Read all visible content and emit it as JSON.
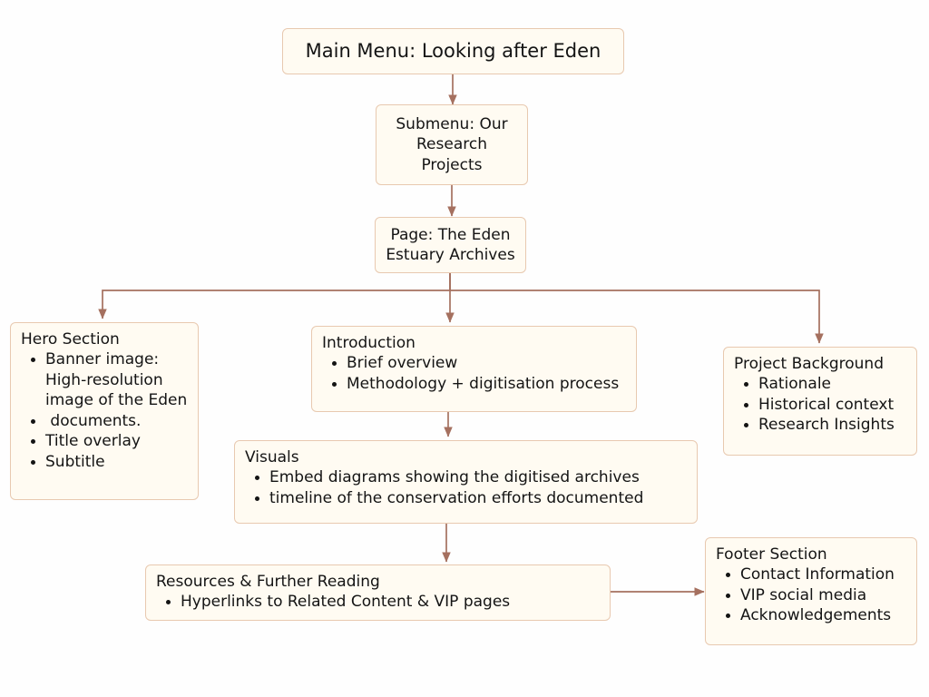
{
  "diagram": {
    "type": "flowchart",
    "title_node": "Main Menu: Looking after Eden",
    "colors": {
      "node_fill": "#fffbf2",
      "node_border": "#e8c9b0",
      "edge": "#a5705f",
      "text": "#141414",
      "background": "#fefefe"
    }
  },
  "nodes": {
    "main_menu": {
      "title": "Main Menu: Looking after Eden",
      "items": []
    },
    "submenu": {
      "title": "Submenu: Our\nResearch\nProjects",
      "items": []
    },
    "page": {
      "title": "Page: The Eden\nEstuary Archives",
      "items": []
    },
    "hero": {
      "title": "Hero Section",
      "items": [
        "Banner image: High-resolution image of the Eden",
        " documents.",
        "Title overlay",
        "Subtitle"
      ]
    },
    "introduction": {
      "title": "Introduction",
      "items": [
        "Brief overview",
        "Methodology + digitisation process"
      ]
    },
    "project_background": {
      "title": "Project Background",
      "items": [
        "Rationale",
        "Historical context",
        "Research Insights"
      ]
    },
    "visuals": {
      "title": "Visuals",
      "items": [
        "Embed diagrams showing the digitised archives",
        "timeline of the conservation efforts documented"
      ]
    },
    "resources": {
      "title": "Resources & Further Reading",
      "items": [
        "Hyperlinks to Related Content & VIP pages"
      ]
    },
    "footer": {
      "title": "Footer Section",
      "items": [
        "Contact Information",
        "VIP social media",
        "Acknowledgements"
      ]
    }
  },
  "edges": [
    {
      "from": "main_menu",
      "to": "submenu",
      "label": ""
    },
    {
      "from": "submenu",
      "to": "page",
      "label": ""
    },
    {
      "from": "page",
      "to": "hero",
      "label": ""
    },
    {
      "from": "page",
      "to": "introduction",
      "label": ""
    },
    {
      "from": "page",
      "to": "project_background",
      "label": ""
    },
    {
      "from": "introduction",
      "to": "visuals",
      "label": ""
    },
    {
      "from": "visuals",
      "to": "resources",
      "label": ""
    },
    {
      "from": "resources",
      "to": "footer",
      "label": ""
    }
  ]
}
